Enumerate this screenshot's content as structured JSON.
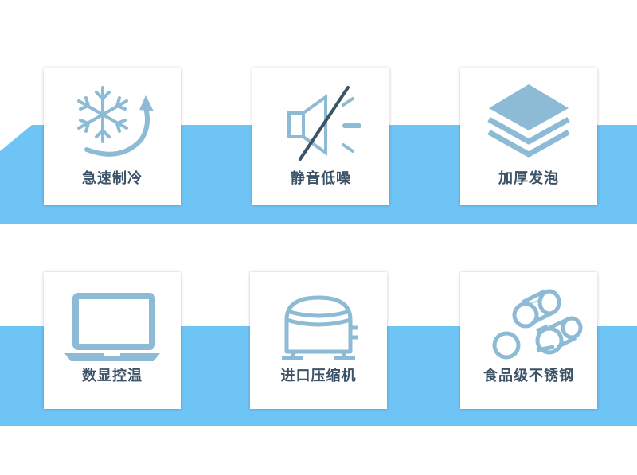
{
  "colors": {
    "band": "#6ec5f5",
    "icon": "#8dbad4",
    "label": "#3c5266",
    "card": "#ffffff"
  },
  "features": [
    {
      "label": "急速制冷",
      "icon": "snowflake-refresh-icon"
    },
    {
      "label": "静音低噪",
      "icon": "muted-speaker-icon"
    },
    {
      "label": "加厚发泡",
      "icon": "layers-icon"
    },
    {
      "label": "数显控温",
      "icon": "laptop-icon"
    },
    {
      "label": "进口压缩机",
      "icon": "compressor-icon"
    },
    {
      "label": "食品级不锈钢",
      "icon": "steel-pipes-icon"
    }
  ]
}
